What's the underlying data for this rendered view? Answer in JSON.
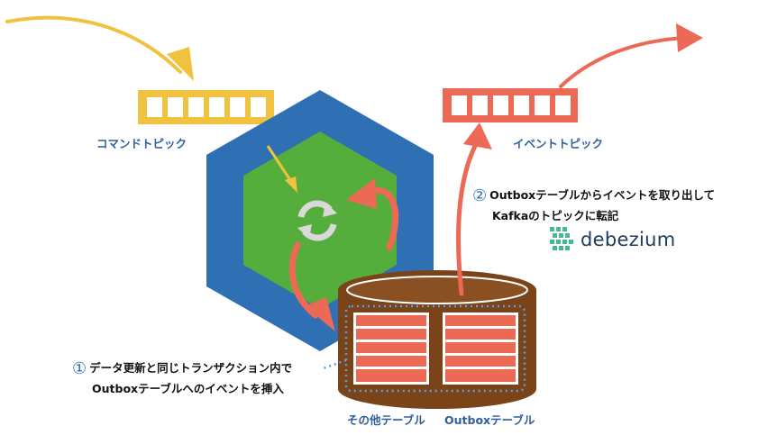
{
  "labels": {
    "command_topic": "コマンドトピック",
    "event_topic": "イベントトピック",
    "other_tables": "その他テーブル",
    "outbox_table": "Outboxテーブル"
  },
  "steps": [
    {
      "number": "①",
      "lines": [
        "データ更新と同じトランザクション内で",
        "Outboxテーブルへのイベントを挿入"
      ]
    },
    {
      "number": "②",
      "lines": [
        "Outboxテーブルからイベントを取り出して",
        "Kafkaのトピックに転記"
      ]
    }
  ],
  "logo": {
    "text": "debezium"
  },
  "colors": {
    "command_topic": "#f0c240",
    "event_topic": "#ec6a55",
    "hexagon_outer": "#2f6fb4",
    "hexagon_inner": "#55ad3b",
    "database": "#7a4318",
    "table_rows": "#ec6a55",
    "arrow_red": "#ec6a55",
    "arrow_yellow": "#f0c240",
    "dotted": "#5aa0e0"
  },
  "icons": {
    "sync": "sync-icon",
    "logo": "debezium-logo-icon"
  }
}
